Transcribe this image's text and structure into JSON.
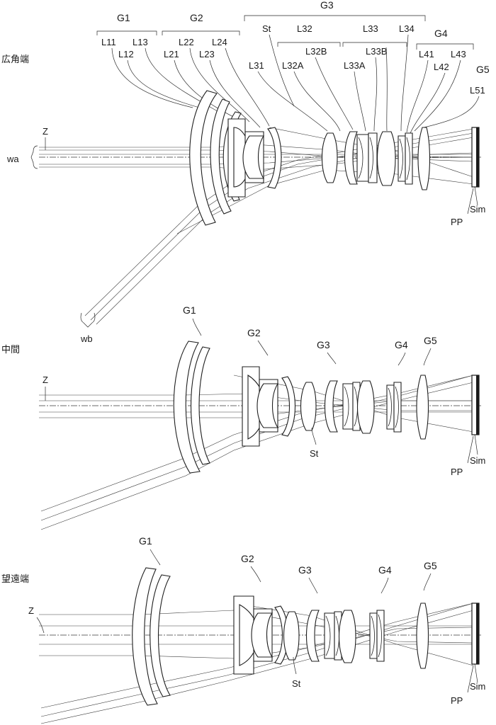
{
  "panels": [
    {
      "id": "wide",
      "title": "広角端",
      "axis_label": "Z",
      "beam_labels": [
        "wa",
        "wb"
      ],
      "group_labels": [
        "G1",
        "G2",
        "G3",
        "G4",
        "G5"
      ],
      "lens_labels": {
        "G1": [
          "L11",
          "L12",
          "L13"
        ],
        "G2": [
          "L21",
          "L22",
          "L23",
          "L24"
        ],
        "G3": [
          "St",
          "L31",
          "L32",
          "L32A",
          "L32B",
          "L33",
          "L33A",
          "L33B",
          "L34"
        ],
        "G4": [
          "L41",
          "L42",
          "L43"
        ],
        "G5": [
          "L51"
        ]
      },
      "image_labels": [
        "Sim",
        "PP"
      ]
    },
    {
      "id": "middle",
      "title": "中間",
      "axis_label": "Z",
      "group_labels": [
        "G1",
        "G2",
        "G3",
        "G4",
        "G5"
      ],
      "stop_label": "St",
      "image_labels": [
        "Sim",
        "PP"
      ]
    },
    {
      "id": "tele",
      "title": "望遠端",
      "axis_label": "Z",
      "group_labels": [
        "G1",
        "G2",
        "G3",
        "G4",
        "G5"
      ],
      "stop_label": "St",
      "image_labels": [
        "Sim",
        "PP"
      ]
    }
  ]
}
